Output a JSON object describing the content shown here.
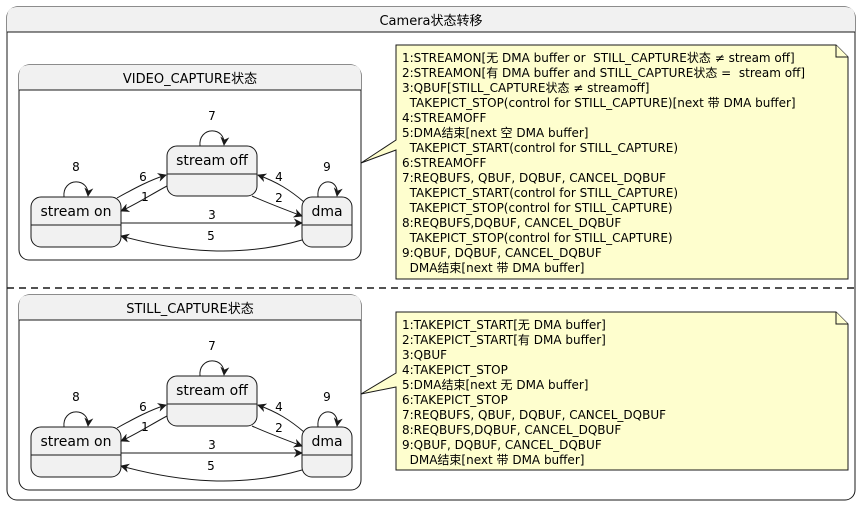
{
  "title": "Camera状态转移",
  "panels": [
    {
      "title": "VIDEO_CAPTURE状态",
      "states": {
        "stream_off": "stream off",
        "stream_on": "stream on",
        "dma": "dma"
      },
      "edge_labels": [
        "7",
        "8",
        "9",
        "6",
        "1",
        "4",
        "2",
        "3",
        "5"
      ],
      "note_lines": [
        "1:STREAMON[无 DMA buffer or  STILL_CAPTURE状态 ≠ stream off]",
        "2:STREAMON[有 DMA buffer and STILL_CAPTURE状态 =  stream off]",
        "3:QBUF[STILL_CAPTURE状态 ≠ streamoff]",
        "  TAKEPICT_STOP(control for STILL_CAPTURE)[next 带 DMA buffer]",
        "4:STREAMOFF",
        "5:DMA结束[next 空 DMA buffer]",
        "  TAKEPICT_START(control for STILL_CAPTURE)",
        "6:STREAMOFF",
        "7:REQBUFS, QBUF, DQBUF, CANCEL_DQBUF",
        "  TAKEPICT_START(control for STILL_CAPTURE)",
        "  TAKEPICT_STOP(control for STILL_CAPTURE)",
        "8:REQBUFS,DQBUF, CANCEL_DQBUF",
        "  TAKEPICT_STOP(control for STILL_CAPTURE)",
        "9:QBUF, DQBUF, CANCEL_DQBUF",
        "  DMA结束[next 带 DMA buffer]"
      ]
    },
    {
      "title": "STILL_CAPTURE状态",
      "states": {
        "stream_off": "stream off",
        "stream_on": "stream on",
        "dma": "dma"
      },
      "edge_labels": [
        "7",
        "8",
        "9",
        "6",
        "1",
        "4",
        "2",
        "3",
        "5"
      ],
      "note_lines": [
        "1:TAKEPICT_START[无 DMA buffer]",
        "2:TAKEPICT_START[有 DMA buffer]",
        "3:QBUF",
        "4:TAKEPICT_STOP",
        "5:DMA结束[next 无 DMA buffer]",
        "6:TAKEPICT_STOP",
        "7:REQBUFS, QBUF, DQBUF, CANCEL_DQBUF",
        "8:REQBUFS,DQBUF, CANCEL_DQBUF",
        "9:QBUF, DQBUF, CANCEL_DQBUF",
        "  DMA结束[next 带 DMA buffer]"
      ]
    }
  ],
  "colors": {
    "state_fill": "#f1f1f1",
    "note_fill": "#fefece",
    "border": "#181818"
  }
}
